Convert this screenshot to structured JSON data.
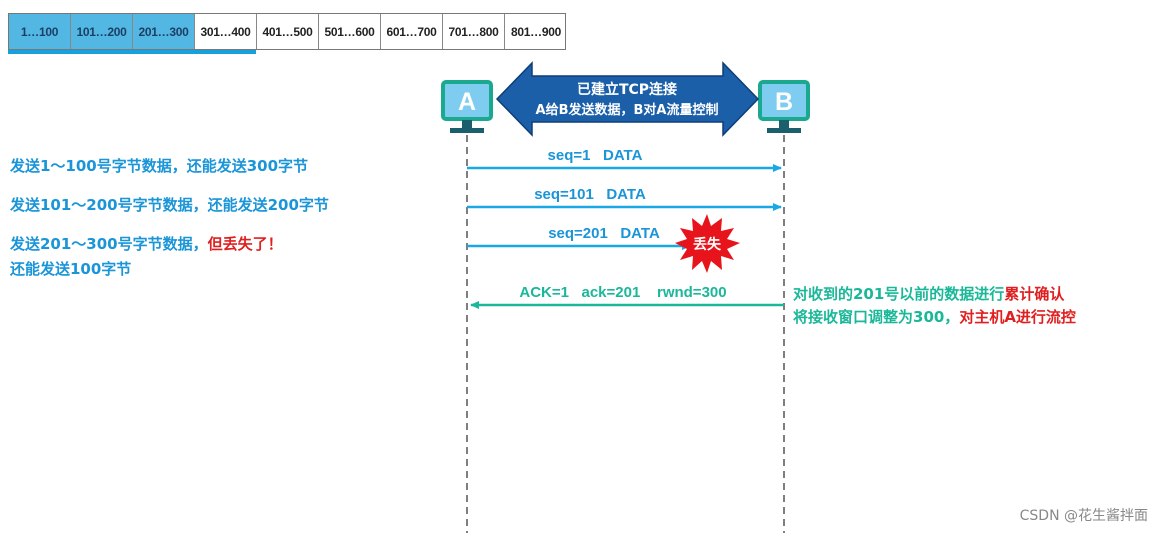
{
  "buffer": {
    "segments": [
      "1…100",
      "101…200",
      "201…300",
      "301…400",
      "401…500",
      "501…600",
      "601…700",
      "701…800",
      "801…900"
    ],
    "sent_count": 3
  },
  "hosts": {
    "a": "A",
    "b": "B"
  },
  "connection": {
    "line1": "已建立TCP连接",
    "line2": "A给B发送数据，B对A流量控制"
  },
  "messages": [
    {
      "label": "seq=1   DATA"
    },
    {
      "label": "seq=101   DATA"
    },
    {
      "label": "seq=201   DATA"
    },
    {
      "label": "ACK=1   ack=201    rwnd=300"
    }
  ],
  "lost_label": "丢失",
  "left_notes": {
    "note1": "发送1～100号字节数据，还能发送300字节",
    "note2": "发送101～200号字节数据，还能发送200字节",
    "note3_prefix": "发送201～300号字节数据，",
    "note3_red": "但丢失了！",
    "note3_line2": "还能发送100字节"
  },
  "right_notes": {
    "line1_prefix": "对收到的201号以前的数据进行",
    "line1_red": "累计确认",
    "line2_prefix": "将接收窗口调整为300，",
    "line2_red": "对主机A进行流控"
  },
  "watermark": "CSDN @花生酱拌面",
  "colors": {
    "sent": "#52b8e3",
    "window": "#18a0dc",
    "data_arrow": "#1aa7e6",
    "ack_arrow": "#1ab899",
    "connection_arrow": "#1b5fa8",
    "host_fill": "#7ecdf0",
    "host_border": "#1aa88e",
    "lost_burst": "#e8141c",
    "note_blue": "#1a95d8",
    "note_red": "#e02020",
    "note_green": "#1ab899"
  }
}
